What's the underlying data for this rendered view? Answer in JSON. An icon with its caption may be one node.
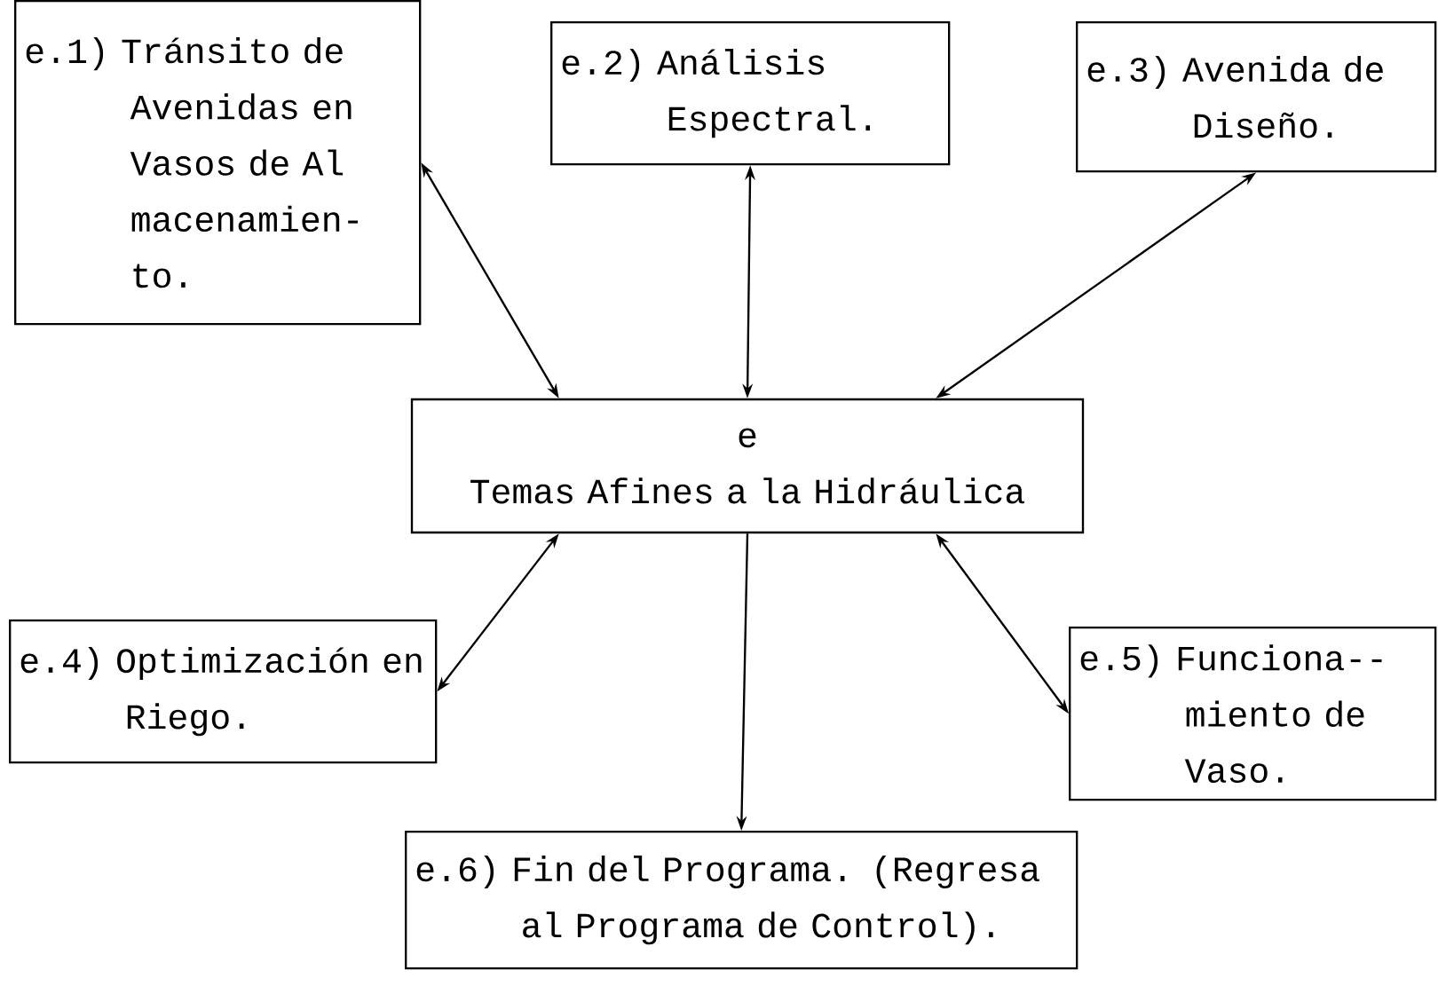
{
  "diagram": {
    "nodes": [
      {
        "text": [
          "e.1)",
          "Tránsito de Avenidas en Vasos de Al macenamien- to."
        ]
      },
      {
        "text": [
          "e.2)",
          "Análisis Espectral."
        ]
      },
      {
        "text": [
          "e.3)",
          "Avenida de Diseño."
        ]
      },
      {
        "text": [
          "e",
          "Temas Afines a la Hidráulica"
        ]
      },
      {
        "text": [
          "e.4)",
          "Optimización en Riego."
        ]
      },
      {
        "text": [
          "e.5)",
          "Funciona-- miento de Vaso."
        ]
      },
      {
        "text": [
          "e.6)",
          "Fin del Programa. (Regresa al Programa de Control)."
        ]
      }
    ],
    "edges": [
      {
        "from": 3,
        "to": 0,
        "arrow": "both"
      },
      {
        "from": 3,
        "to": 1,
        "arrow": "both"
      },
      {
        "from": 3,
        "to": 2,
        "arrow": "both"
      },
      {
        "from": 3,
        "to": 4,
        "arrow": "both"
      },
      {
        "from": 3,
        "to": 5,
        "arrow": "both"
      },
      {
        "from": 3,
        "to": 6,
        "arrow": "to"
      }
    ]
  }
}
